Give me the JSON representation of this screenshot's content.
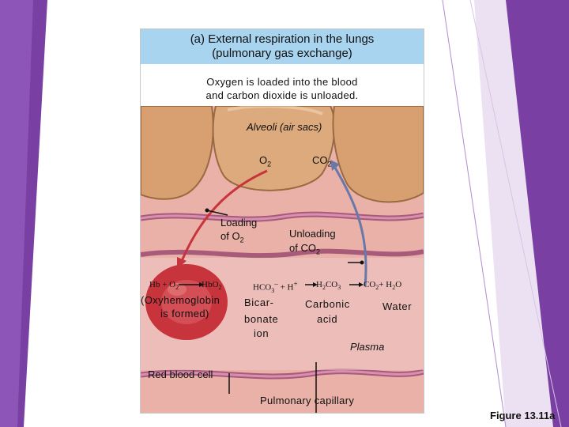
{
  "colors": {
    "slide_purple": "#7a3fa3",
    "title_band": "#a8d4f0",
    "alveoli_tan": "#d9a87a",
    "tissue_pink": "#e8a0a8",
    "rbc_red": "#c8343c",
    "loading_arrow": "#c8343c",
    "unloading_arrow": "#6a78a8"
  },
  "title": {
    "line1": "(a) External respiration in the lungs",
    "line2": "(pulmonary gas exchange)"
  },
  "description": {
    "line1": "Oxygen is loaded into the blood",
    "line2": "and carbon dioxide is unloaded."
  },
  "labels": {
    "alveoli": "Alveoli (air sacs)",
    "o2": "O",
    "o2_sub": "2",
    "co2": "CO",
    "co2_sub": "2",
    "loading_line1": "Loading",
    "loading_line2": "of O",
    "loading_sub": "2",
    "unloading_line1": "Unloading",
    "unloading_line2": "of CO",
    "unloading_sub": "2",
    "oxyhemoglobin_line1": "(Oxyhemoglobin",
    "oxyhemoglobin_line2": "is formed)",
    "bicarbonate_line1": "Bicar-",
    "bicarbonate_line2": "bonate",
    "bicarbonate_line3": "ion",
    "carbonic_line1": "Carbonic",
    "carbonic_line2": "acid",
    "water": "Water",
    "plasma": "Plasma",
    "red_blood_cell": "Red blood cell",
    "pulmonary_capillary": "Pulmonary capillary"
  },
  "equation_left": {
    "hb_o2": "Hb + O",
    "hb_o2_sub": "2",
    "hbo2": "HbO",
    "hbo2_sub": "2"
  },
  "equation_right": {
    "hco3": "HCO",
    "hco3_sub": "3",
    "hco3_sup": "–",
    "plus_h": "+ H",
    "h_sup": "+",
    "h2co3_a": "H",
    "h2co3_sub1": "2",
    "h2co3_b": "CO",
    "h2co3_sub2": "3",
    "co2": "CO",
    "co2_sub": "2",
    "plus_h2o": "+ H",
    "h2o_sub": "2",
    "o": "O"
  },
  "figure_label": "Figure 13.11a"
}
